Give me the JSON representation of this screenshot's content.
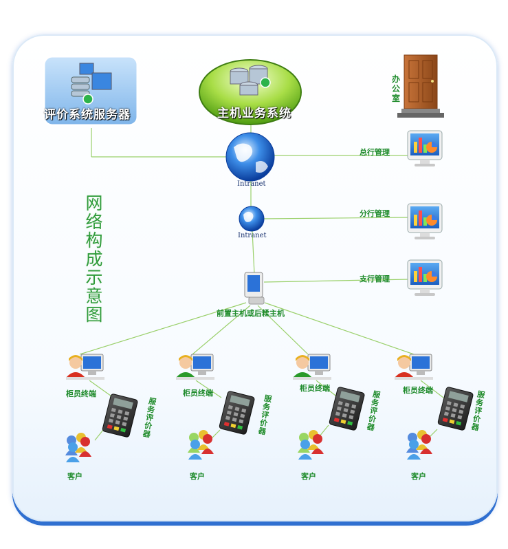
{
  "diagram": {
    "title": "网络构成示意图",
    "eval_server": "评价系统服务器",
    "host_system": "主机业务系统",
    "office": "办公室",
    "network_label_1": "Intranet",
    "network_label_2": "Intranet",
    "mgmt_head": "总行管理",
    "mgmt_branch": "分行管理",
    "mgmt_sub": "支行管理",
    "front_host": "前置主机或后糅主机",
    "teller_label": "柜员终端",
    "device_label": "服务评价器",
    "customer_label": "客户",
    "groups": [
      {
        "teller": "柜员终端",
        "device": "服务评价器",
        "customer": "客户"
      },
      {
        "teller": "柜员终端",
        "device": "服务评价器",
        "customer": "客户"
      },
      {
        "teller": "柜员终端",
        "device": "服务评价器",
        "customer": "客户"
      },
      {
        "teller": "柜员终端",
        "device": "服务评价器",
        "customer": "客户"
      }
    ],
    "colors": {
      "line": "#9ad06a",
      "label": "#1d8a2a",
      "frame": "#2f6fd0"
    }
  }
}
